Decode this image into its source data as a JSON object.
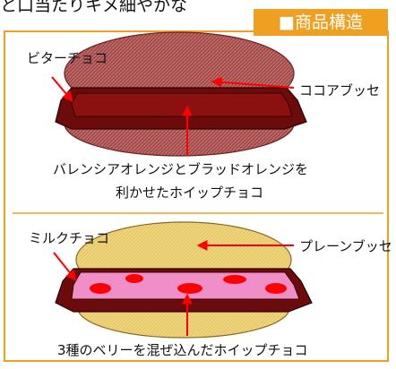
{
  "header": {
    "caption": "と口当たりキメ細やかな"
  },
  "tag": {
    "label": "■商品構造"
  },
  "top": {
    "coating_label": "ビターチョコ",
    "shell_label": "ココアブッセ",
    "filling_label_line1": "バレンシアオレンジとブラッドオレンジを",
    "filling_label_line2": "利かせたホイップチョコ"
  },
  "bottom": {
    "coating_label": "ミルクチョコ",
    "shell_label": "プレーンブッセ",
    "filling_label": "3種のベリーを混ぜ込んだホイップチョコ"
  },
  "colors": {
    "frame": "#f0a020",
    "cocoa": "#a54a4a",
    "bitter_choco": "#6b0b0b",
    "plain": "#f0d47c",
    "berry_cream": "#f08ec8",
    "berry": "#ff0000",
    "arrow": "#ff0000"
  }
}
